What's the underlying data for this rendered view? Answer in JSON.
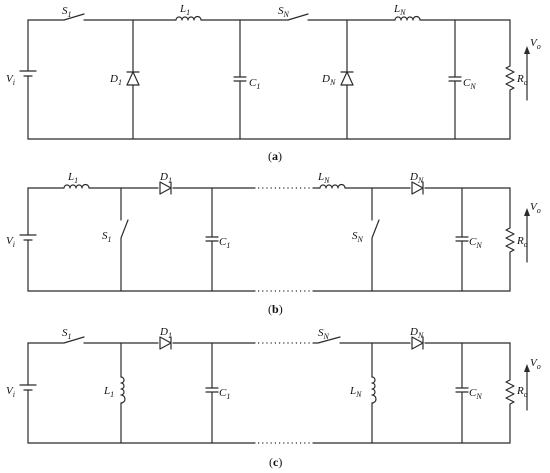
{
  "figure": {
    "a": {
      "caption": "a",
      "labels": {
        "source": "V_i",
        "switch_1": "S_1",
        "switch_n": "S_N",
        "inductor_1": "L_1",
        "inductor_n": "L_N",
        "diode_1": "D_1",
        "diode_n": "D_N",
        "cap_1": "C_1",
        "cap_n": "C_N",
        "load": "R_o",
        "vout": "V_o"
      }
    },
    "b": {
      "caption": "b",
      "labels": {
        "source": "V_i",
        "inductor_1": "L_1",
        "inductor_n": "L_N",
        "diode_1": "D_1",
        "diode_n": "D_N",
        "switch_1": "S_1",
        "switch_n": "S_N",
        "cap_1": "C_1",
        "cap_n": "C_N",
        "load": "R_o",
        "vout": "V_o",
        "ellipsis": "....."
      }
    },
    "c": {
      "caption": "c",
      "labels": {
        "source": "V_i",
        "switch_1": "S_1",
        "switch_n": "S_N",
        "diode_1": "D_1",
        "diode_n": "D_N",
        "inductor_1": "L_1",
        "inductor_n": "L_N",
        "cap_1": "C_1",
        "cap_n": "C_N",
        "load": "R_o",
        "vout": "V_o",
        "ellipsis": "....."
      }
    }
  }
}
